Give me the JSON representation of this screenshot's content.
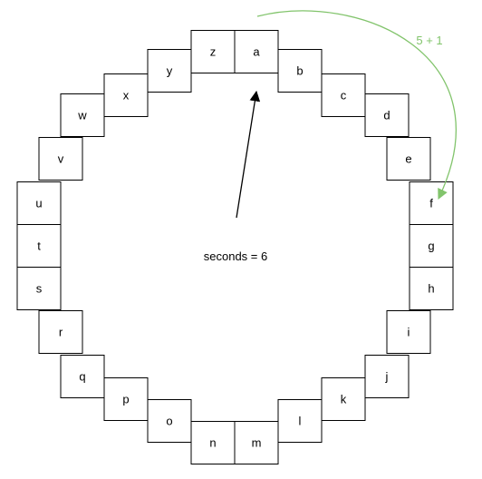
{
  "wheel": {
    "letters": [
      "a",
      "b",
      "c",
      "d",
      "e",
      "f",
      "g",
      "h",
      "i",
      "j",
      "k",
      "l",
      "m",
      "n",
      "o",
      "p",
      "q",
      "r",
      "s",
      "t",
      "u",
      "v",
      "w",
      "x",
      "y",
      "z"
    ]
  },
  "center_label": "seconds = 6",
  "shift_label": "5 + 1",
  "colors": {
    "cell_border": "#000000",
    "shift_arrow": "#82c46c"
  }
}
